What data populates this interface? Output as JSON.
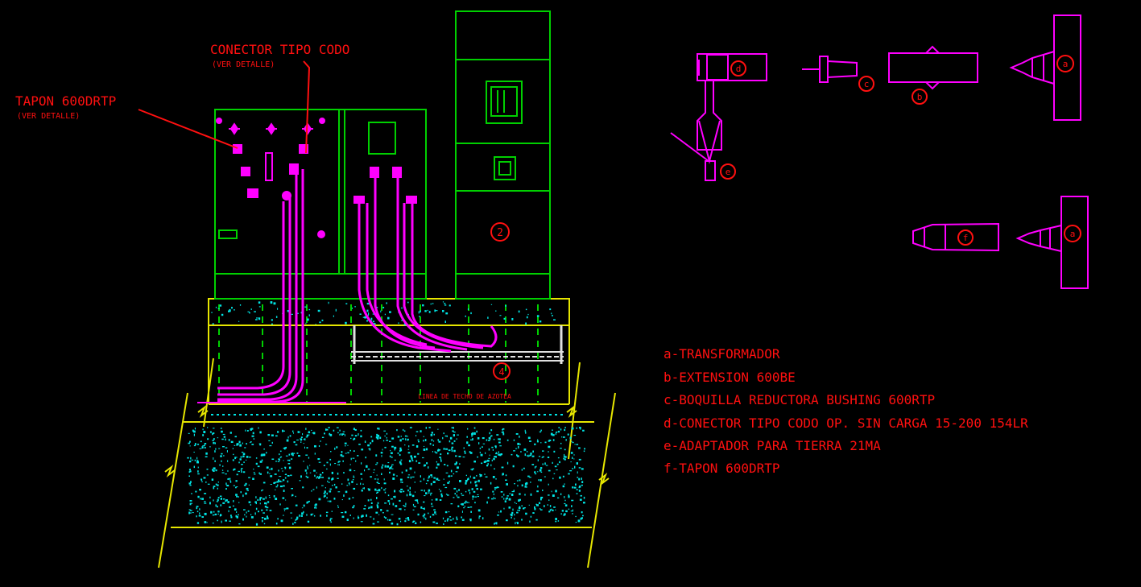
{
  "callouts": {
    "elbow_title": "CONECTOR TIPO CODO",
    "elbow_sub": "(VER DETALLE)",
    "cap_title": "TAPON 600DRTP",
    "cap_sub": "(VER DETALLE)",
    "trench_note": "LINEA DE TECHO DE AZOTEA"
  },
  "markers": {
    "a": "a",
    "b": "b",
    "c": "c",
    "d": "d",
    "e": "e",
    "f": "f",
    "panel": "2",
    "trench": "4"
  },
  "legend": [
    "a-TRANSFORMADOR",
    "b-EXTENSION 600BE",
    "c-BOQUILLA REDUCTORA BUSHING 600RTP",
    "d-CONECTOR TIPO CODO OP. SIN CARGA 15-200 154LR",
    "e-ADAPTADOR PARA TIERRA 21MA",
    "f-TAPON 600DRTP"
  ],
  "colors": {
    "background": "#000000",
    "equipment": "#00d000",
    "cables": "#ff00ff",
    "annotation": "#ff1010",
    "structure": "#e6e600",
    "concrete": "#00e5e5"
  }
}
